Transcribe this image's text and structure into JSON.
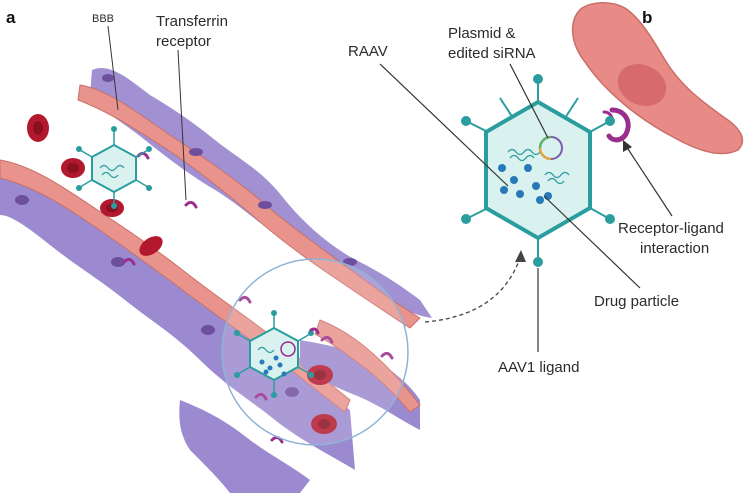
{
  "panel_a": {
    "letter": "a",
    "labels": {
      "bbb": "BBB",
      "transferrin_line1": "Transferrin",
      "transferrin_line2": "receptor"
    }
  },
  "panel_b": {
    "letter": "b",
    "labels": {
      "raav": "RAAV",
      "plasmid_line1": "Plasmid &",
      "plasmid_line2": "edited siRNA",
      "receptor_line1": "Receptor-ligand",
      "receptor_line2": "interaction",
      "drug_particle": "Drug particle",
      "aav1_ligand": "AAV1 ligand"
    }
  },
  "colors": {
    "endothelial_pink": "#e8948c",
    "endothelial_pink_dark": "#c96f68",
    "astrocyte_purple": "#9c8ad0",
    "astrocyte_nucleus": "#6e4f9e",
    "red_blood_cell": "#b3192e",
    "capsid_teal": "#2a9d9e",
    "capsid_fill": "#d9f1ef",
    "drug_blue": "#2879b9",
    "receptor_magenta": "#9b2d8e",
    "target_cell": "#e88a86"
  }
}
